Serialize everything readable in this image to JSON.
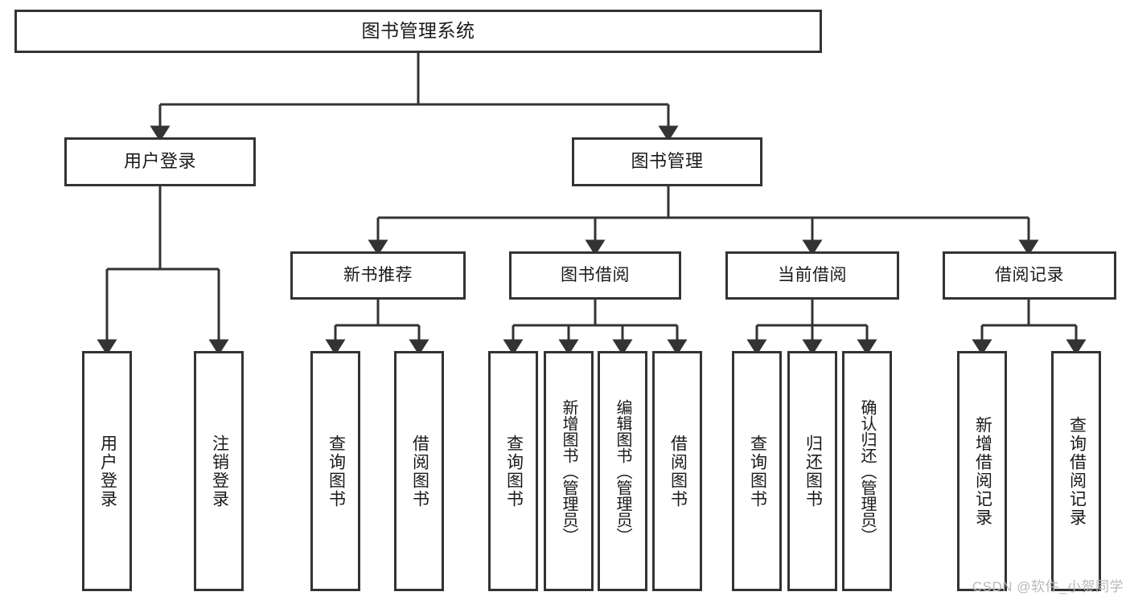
{
  "diagram": {
    "title": "图书管理系统",
    "type": "tree",
    "watermark": "CSDN @软件_小贺同学",
    "colors": {
      "stroke": "#333333",
      "fill": "#ffffff",
      "text": "#1a1a1a",
      "watermark": "#b9b9b9"
    },
    "nodes": {
      "root": {
        "label": "图书管理系统"
      },
      "level1": [
        {
          "id": "user-login",
          "label": "用户登录"
        },
        {
          "id": "book-manage",
          "label": "图书管理"
        }
      ],
      "level2": [
        {
          "id": "new-book-recommend",
          "label": "新书推荐"
        },
        {
          "id": "book-borrow",
          "label": "图书借阅"
        },
        {
          "id": "current-borrow",
          "label": "当前借阅"
        },
        {
          "id": "borrow-record",
          "label": "借阅记录"
        }
      ],
      "leaves": {
        "user_login": [
          {
            "id": "leaf-user-login",
            "label": "用户登录"
          },
          {
            "id": "leaf-logout",
            "label": "注销登录"
          }
        ],
        "new_book_recommend": [
          {
            "id": "leaf-query-book-1",
            "label": "查询图书"
          },
          {
            "id": "leaf-borrow-book-1",
            "label": "借阅图书"
          }
        ],
        "book_borrow": [
          {
            "id": "leaf-query-book-2",
            "label": "查询图书"
          },
          {
            "id": "leaf-add-book",
            "label": "新增图书（管理员）"
          },
          {
            "id": "leaf-edit-book",
            "label": "编辑图书（管理员）"
          },
          {
            "id": "leaf-borrow-book-2",
            "label": "借阅图书"
          }
        ],
        "current_borrow": [
          {
            "id": "leaf-query-book-3",
            "label": "查询图书"
          },
          {
            "id": "leaf-return-book",
            "label": "归还图书"
          },
          {
            "id": "leaf-confirm-return",
            "label": "确认归还（管理员）"
          }
        ],
        "borrow_record": [
          {
            "id": "leaf-add-record",
            "label": "新增借阅记录"
          },
          {
            "id": "leaf-query-record",
            "label": "查询借阅记录"
          }
        ]
      }
    }
  }
}
